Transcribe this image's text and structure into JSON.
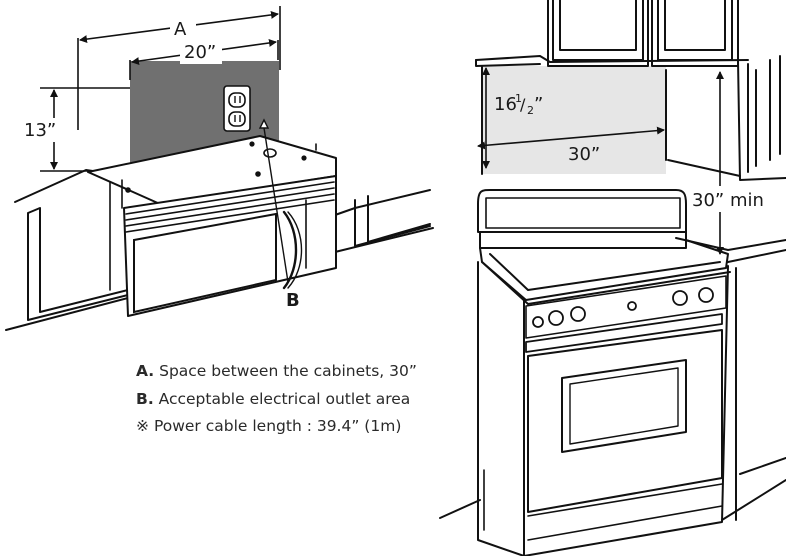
{
  "left_diagram": {
    "dim_a_label": "A",
    "dim_width_label": "20”",
    "dim_height_label": "13”",
    "callout_b_label": "B",
    "colors": {
      "outlet_area": "#707070",
      "line": "#111111"
    }
  },
  "right_diagram": {
    "dim_depth_whole": "16",
    "dim_depth_num": "1",
    "dim_depth_den": "2",
    "dim_depth_unit": "”",
    "dim_width_label": "30”",
    "dim_clearance_label": "30” min",
    "colors": {
      "backsplash": "#e6e6e6",
      "line": "#111111"
    }
  },
  "legend": {
    "items": [
      {
        "key": "A.",
        "text": "Space between the cabinets, 30”"
      },
      {
        "key": "B.",
        "text": "Acceptable electrical outlet area"
      },
      {
        "key": "※",
        "text": "Power cable length : 39.4” (1m)"
      }
    ]
  }
}
